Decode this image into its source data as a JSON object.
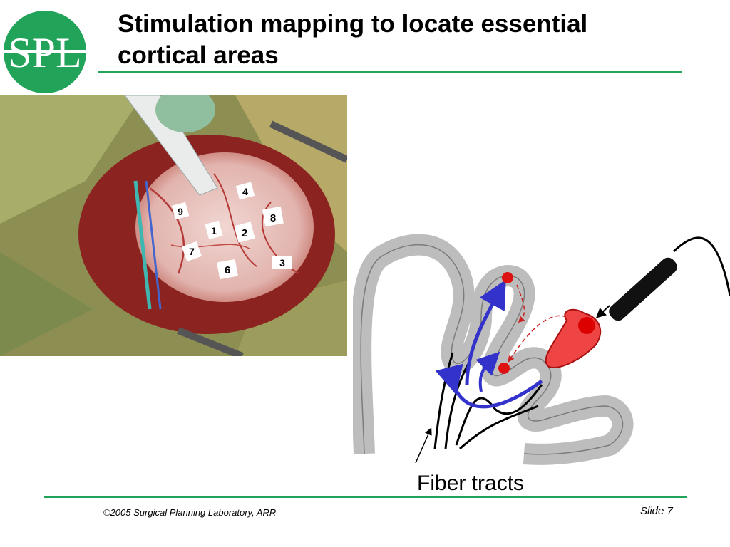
{
  "header": {
    "logo_text": "SPL",
    "title_line1": "Stimulation mapping to locate essential",
    "title_line2": "cortical areas"
  },
  "photo": {
    "marker_labels": [
      "9",
      "4",
      "8",
      "1",
      "2",
      "7",
      "6",
      "3"
    ]
  },
  "diagram": {
    "fiber_label": "Fiber tracts"
  },
  "footer": {
    "copyright": "©2005 Surgical Planning Laboratory, ARR",
    "slide": "Slide 7"
  },
  "colors": {
    "accent_green": "#22a35a",
    "cortex_gray": "#c8c8c8",
    "electrode_red": "#ee4444",
    "pathway_blue": "#3333cc"
  }
}
